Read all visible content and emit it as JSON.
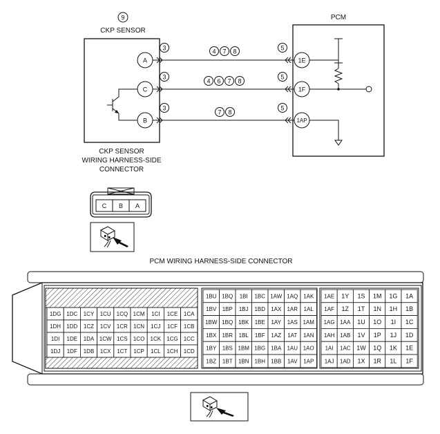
{
  "sensor": {
    "ref_number": "9",
    "title": "CKP SENSOR",
    "pins": [
      "A",
      "C",
      "B"
    ],
    "connector_caption": [
      "CKP SENSOR",
      "WIRING HARNESS-SIDE",
      "CONNECTOR"
    ],
    "connector_pins": [
      "C",
      "B",
      "A"
    ]
  },
  "pcm": {
    "title": "PCM",
    "pins": [
      "1E",
      "1F",
      "1AP"
    ],
    "connector_caption": "PCM WIRING HARNESS-SIDE CONNECTOR"
  },
  "wires": [
    {
      "left_ref": "3",
      "mid_refs": [
        "4",
        "7",
        "8"
      ],
      "right_ref": "5"
    },
    {
      "left_ref": "3",
      "mid_refs": [
        "4",
        "6",
        "7",
        "8"
      ],
      "right_ref": "5"
    },
    {
      "left_ref": "3",
      "mid_refs": [
        "7",
        "8"
      ],
      "right_ref": "5"
    }
  ],
  "pcm_grid_left": [
    [
      "1DG",
      "1DC",
      "1CY",
      "1CU",
      "1CQ",
      "1CM",
      "1CI",
      "1CE",
      "1CA"
    ],
    [
      "1DH",
      "1DD",
      "1CZ",
      "1CV",
      "1CR",
      "1CN",
      "1CJ",
      "1CF",
      "1CB"
    ],
    [
      "1DI",
      "1DE",
      "1DA",
      "1CW",
      "1CS",
      "1CO",
      "1CK",
      "1CG",
      "1CC"
    ],
    [
      "1DJ",
      "1DF",
      "1DB",
      "1CX",
      "1CT",
      "1CP",
      "1CL",
      "1CH",
      "1CD"
    ]
  ],
  "pcm_grid_mid": [
    [
      "1BU",
      "1BQ",
      "1BI",
      "1BC",
      "1AW",
      "1AQ",
      "1AK"
    ],
    [
      "1BV",
      "1BP",
      "1BJ",
      "1BD",
      "1AX",
      "1AR",
      "1AL"
    ],
    [
      "1BW",
      "1BQ",
      "1BK",
      "1BE",
      "1AY",
      "1AS",
      "1AM"
    ],
    [
      "1BX",
      "1BR",
      "1BL",
      "1BF",
      "1AZ",
      "1AT",
      "1AN"
    ],
    [
      "1BY",
      "1BS",
      "1BM",
      "1BG",
      "1BA",
      "1AU",
      "1AO"
    ],
    [
      "1BZ",
      "1BT",
      "1BN",
      "1BH",
      "1BB",
      "1AV",
      "1AP"
    ]
  ],
  "pcm_grid_right": [
    [
      "1AE",
      "1Y",
      "1S",
      "1M",
      "1G",
      "1A"
    ],
    [
      "1AF",
      "1Z",
      "1T",
      "1N",
      "1H",
      "1B"
    ],
    [
      "1AG",
      "1AA",
      "1U",
      "1O",
      "1I",
      "1C"
    ],
    [
      "1AH",
      "1AB",
      "1V",
      "1P",
      "1J",
      "1D"
    ],
    [
      "1AI",
      "1AC",
      "1W",
      "1Q",
      "1K",
      "1E"
    ],
    [
      "1AJ",
      "1AD",
      "1X",
      "1R",
      "1L",
      "1F"
    ]
  ]
}
